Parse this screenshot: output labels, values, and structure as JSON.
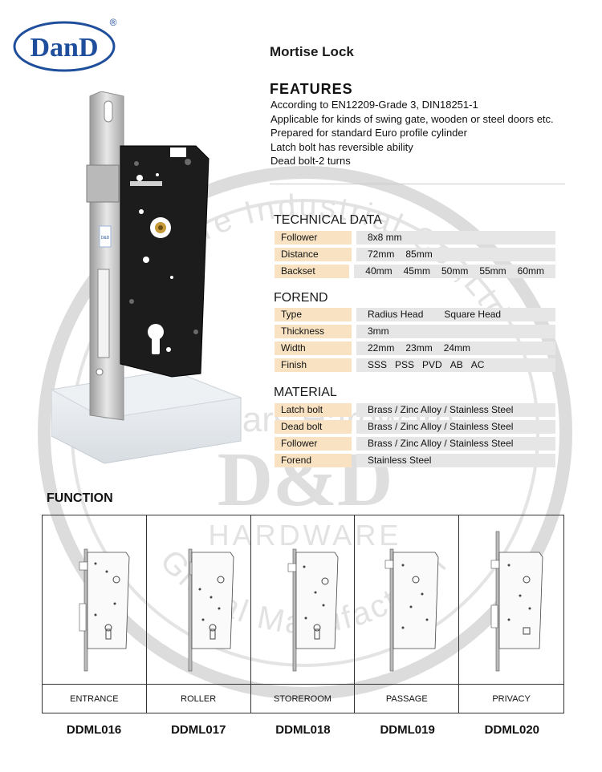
{
  "brand": {
    "logo_text": "DanD",
    "registered_mark": "®",
    "color": "#1f4f9c"
  },
  "product": {
    "title": "Mortise Lock"
  },
  "features": {
    "heading": "FEATURES",
    "items": [
      "According to EN12209-Grade 3, DIN18251-1",
      "Applicable for kinds of swing gate, wooden or steel doors etc.",
      "Prepared for standard Euro profile cylinder",
      "Latch bolt has reversible ability",
      "Dead bolt-2 turns"
    ]
  },
  "technical_data": {
    "heading": "TECHNICAL DATA",
    "rows": [
      {
        "label": "Follower",
        "values": [
          "8x8 mm"
        ]
      },
      {
        "label": "Distance",
        "values": [
          "72mm",
          "85mm"
        ]
      },
      {
        "label": "Backset",
        "values": [
          "40mm",
          "45mm",
          "50mm",
          "55mm",
          "60mm"
        ]
      }
    ]
  },
  "forend": {
    "heading": "FOREND",
    "rows": [
      {
        "label": "Type",
        "values": [
          "Radius Head",
          "Square Head"
        ]
      },
      {
        "label": "Thickness",
        "values": [
          "3mm"
        ]
      },
      {
        "label": "Width",
        "values": [
          "22mm",
          "23mm",
          "24mm"
        ]
      },
      {
        "label": "Finish",
        "values": [
          "SSS",
          "PSS",
          "PVD",
          "AB",
          "AC"
        ]
      }
    ]
  },
  "material": {
    "heading": "MATERIAL",
    "rows": [
      {
        "label": "Latch bolt",
        "values": [
          "Brass / Zinc Alloy / Stainless Steel"
        ]
      },
      {
        "label": "Dead bolt",
        "values": [
          "Brass / Zinc Alloy / Stainless Steel"
        ]
      },
      {
        "label": "Follower",
        "values": [
          "Brass / Zinc Alloy / Stainless Steel"
        ]
      },
      {
        "label": "Forend",
        "values": [
          "Stainless Steel"
        ]
      }
    ]
  },
  "photo": {
    "badge_text": "D&D"
  },
  "watermark": {
    "ring_top_text": "Hardware Industrial Co.,Ltd",
    "middle_text": "12 years Hardware",
    "brand_text": "D&D",
    "sub_text": "HARDWARE",
    "ring_bottom_text": "Global Manufacturer"
  },
  "function": {
    "heading": "FUNCTION",
    "items": [
      {
        "name": "ENTRANCE",
        "code": "DDML016"
      },
      {
        "name": "ROLLER",
        "code": "DDML017"
      },
      {
        "name": "STOREROOM",
        "code": "DDML018"
      },
      {
        "name": "PASSAGE",
        "code": "DDML019"
      },
      {
        "name": "PRIVACY",
        "code": "DDML020"
      }
    ]
  },
  "colors": {
    "label_bg": "#f8e2c2",
    "value_bg": "#e6e6e6",
    "lock_body": "#1c1c1c",
    "steel": "#c8c8c8"
  }
}
